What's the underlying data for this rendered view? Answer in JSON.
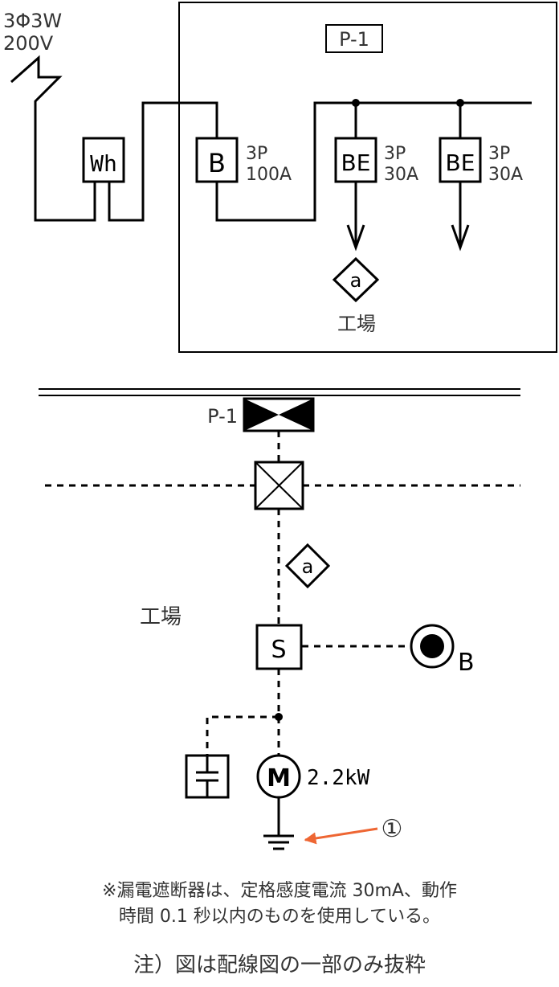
{
  "supply": {
    "line1": "3Φ3W",
    "line2": "200V"
  },
  "meter": {
    "label": "Wh"
  },
  "panel": {
    "label": "P-1"
  },
  "main_breaker": {
    "label": "B",
    "rating_poles": "3P",
    "rating_current": "100A"
  },
  "branch_breakers": [
    {
      "label": "BE",
      "rating_poles": "3P",
      "rating_current": "30A"
    },
    {
      "label": "BE",
      "rating_poles": "3P",
      "rating_current": "30A"
    }
  ],
  "branch_circuit_symbol": "a",
  "branch_area_label": "工場",
  "layout_plan": {
    "panel_label": "P-1",
    "circuit_symbol": "a",
    "area_label": "工場",
    "switch_label": "S",
    "pushbutton_label": "B",
    "motor_symbol": "M",
    "motor_rating": "2.2kW",
    "callout_number": "①"
  },
  "notes": {
    "line1": "※漏電遮断器は、定格感度電流 30mA、動作",
    "line2": "時間 0.1 秒以内のものを使用している。",
    "footer": "注）図は配線図の一部のみ抜粋"
  },
  "colors": {
    "line": "#000000",
    "text": "#333333",
    "callout_arrow": "#ee6633"
  }
}
